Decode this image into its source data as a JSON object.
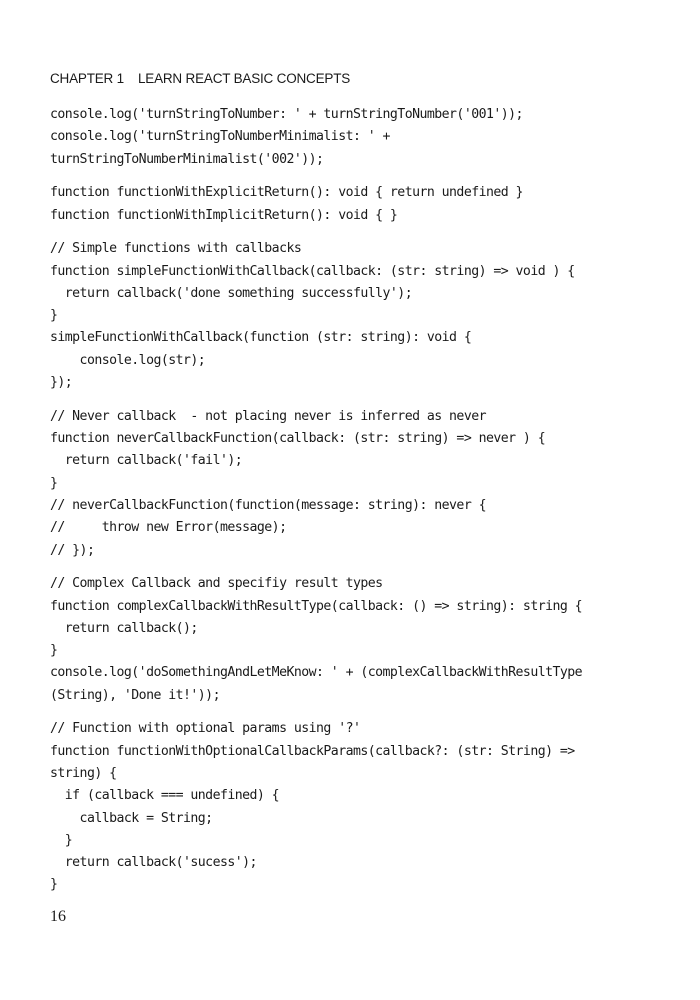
{
  "running_head": {
    "chapter": "CHAPTER 1",
    "title": "LEARN REACT BASIC CONCEPTS"
  },
  "code_blocks": [
    [
      "console.log('turnStringToNumber: ' + turnStringToNumber('001'));",
      "console.log('turnStringToNumberMinimalist: ' +",
      "turnStringToNumberMinimalist('002'));"
    ],
    [
      "function functionWithExplicitReturn(): void { return undefined }",
      "function functionWithImplicitReturn(): void { }"
    ],
    [
      "// Simple functions with callbacks",
      "function simpleFunctionWithCallback(callback: (str: string) => void ) {",
      "  return callback('done something successfully');",
      "}",
      "simpleFunctionWithCallback(function (str: string): void {",
      "    console.log(str);",
      "});"
    ],
    [
      "// Never callback  - not placing never is inferred as never",
      "function neverCallbackFunction(callback: (str: string) => never ) {",
      "  return callback('fail');",
      "}",
      "// neverCallbackFunction(function(message: string): never {",
      "//     throw new Error(message);",
      "// });"
    ],
    [
      "// Complex Callback and specifiy result types",
      "function complexCallbackWithResultType(callback: () => string): string {",
      "  return callback();",
      "}",
      "console.log('doSomethingAndLetMeKnow: ' + (complexCallbackWithResultType",
      "(String), 'Done it!'));"
    ],
    [
      "// Function with optional params using '?'",
      "function functionWithOptionalCallbackParams(callback?: (str: String) =>",
      "string) {",
      "  if (callback === undefined) {",
      "    callback = String;",
      "  }",
      "  return callback('sucess');",
      "}"
    ]
  ],
  "page_number": "16"
}
